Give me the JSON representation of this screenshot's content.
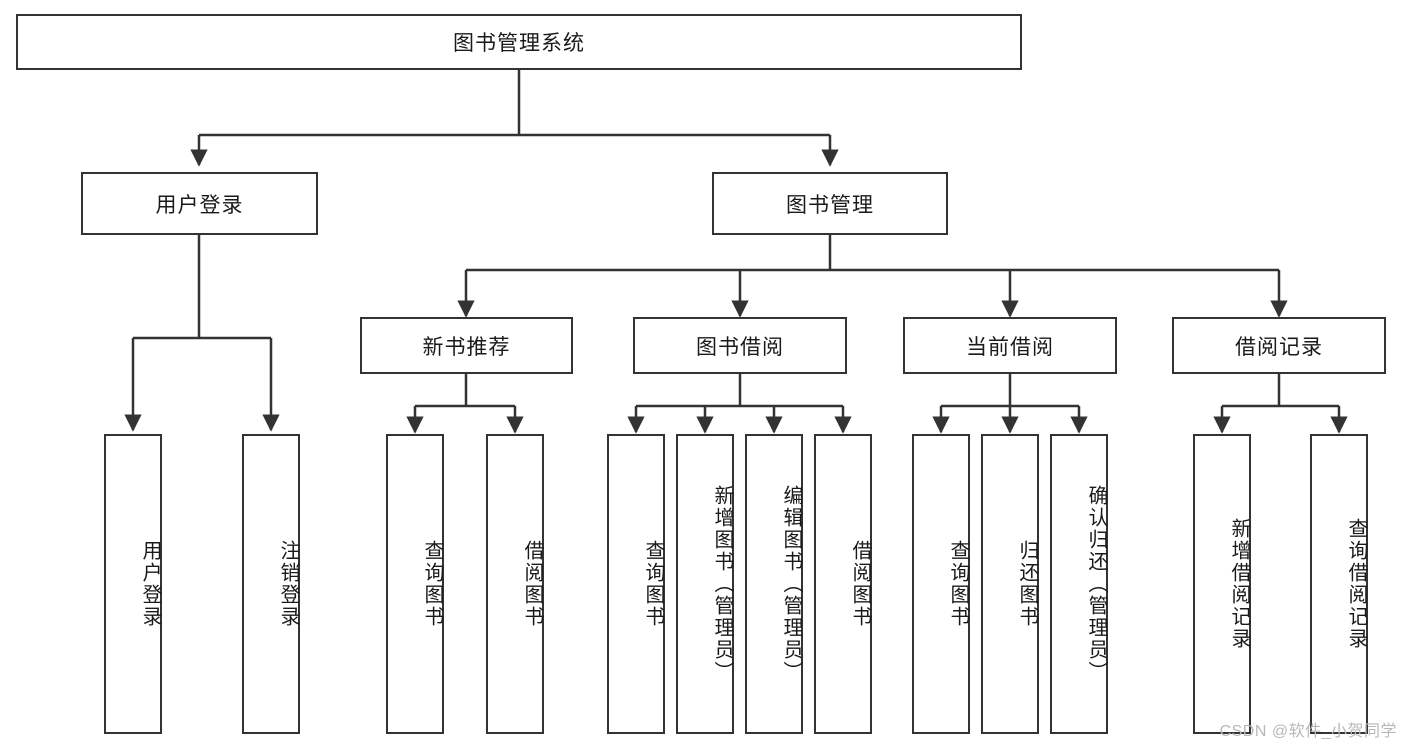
{
  "diagram": {
    "title": "图书管理系统",
    "watermark": "CSDN @软件_小贺同学",
    "theme": {
      "background": "#ffffff",
      "stroke": "#333333",
      "text": "#1a1a1a",
      "watermark_color": "#b8b8b8"
    },
    "root": {
      "label": "图书管理系统"
    },
    "level2": [
      {
        "label": "用户登录"
      },
      {
        "label": "图书管理"
      }
    ],
    "level3": [
      {
        "label": "新书推荐"
      },
      {
        "label": "图书借阅"
      },
      {
        "label": "当前借阅"
      },
      {
        "label": "借阅记录"
      }
    ],
    "leaves": [
      {
        "label": "用户登录",
        "parent": "用户登录"
      },
      {
        "label": "注销登录",
        "parent": "用户登录"
      },
      {
        "label": "查询图书",
        "parent": "新书推荐"
      },
      {
        "label": "借阅图书",
        "parent": "新书推荐"
      },
      {
        "label": "查询图书",
        "parent": "图书借阅"
      },
      {
        "label": "新增图书（管理员）",
        "parent": "图书借阅"
      },
      {
        "label": "编辑图书（管理员）",
        "parent": "图书借阅"
      },
      {
        "label": "借阅图书",
        "parent": "图书借阅"
      },
      {
        "label": "查询图书",
        "parent": "当前借阅"
      },
      {
        "label": "归还图书",
        "parent": "当前借阅"
      },
      {
        "label": "确认归还（管理员）",
        "parent": "当前借阅"
      },
      {
        "label": "新增借阅记录",
        "parent": "借阅记录"
      },
      {
        "label": "查询借阅记录",
        "parent": "借阅记录"
      }
    ]
  }
}
